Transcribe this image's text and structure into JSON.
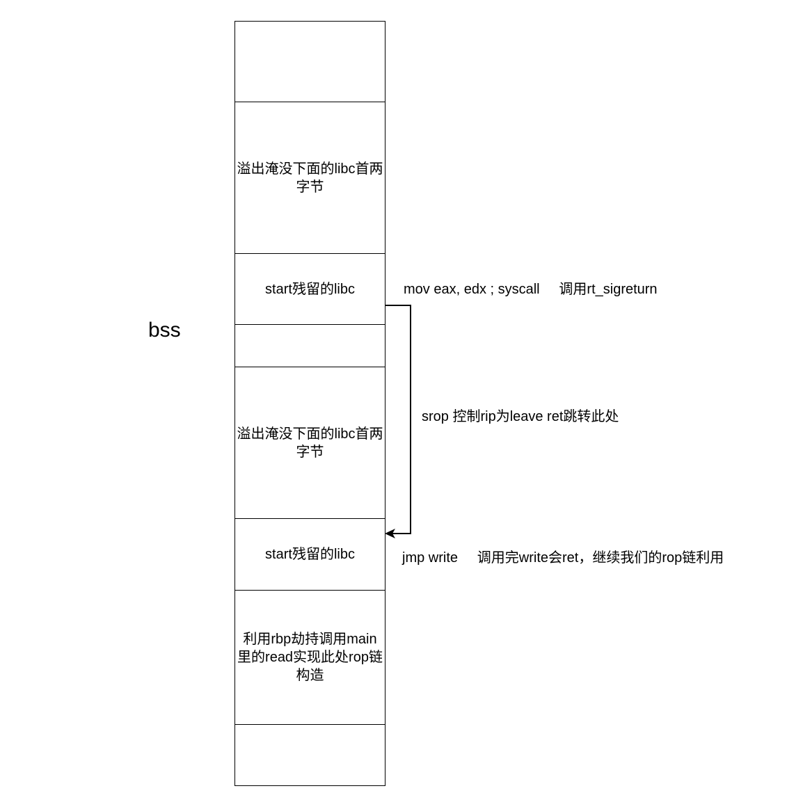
{
  "region_label": "bss",
  "cells": [
    {
      "text": ""
    },
    {
      "text": "溢出淹没下面的libc首两字节"
    },
    {
      "text": "start残留的libc"
    },
    {
      "text": ""
    },
    {
      "text": "溢出淹没下面的libc首两字节"
    },
    {
      "text": "start残留的libc"
    },
    {
      "text": "利用rbp劫持调用main里的read实现此处rop链构造"
    },
    {
      "text": ""
    }
  ],
  "annotations": {
    "syscall": "mov eax, edx ; syscall     调用rt_sigreturn",
    "srop": "srop 控制rip为leave ret跳转此处",
    "jmp_write": "jmp write     调用完write会ret，继续我们的rop链利用"
  }
}
